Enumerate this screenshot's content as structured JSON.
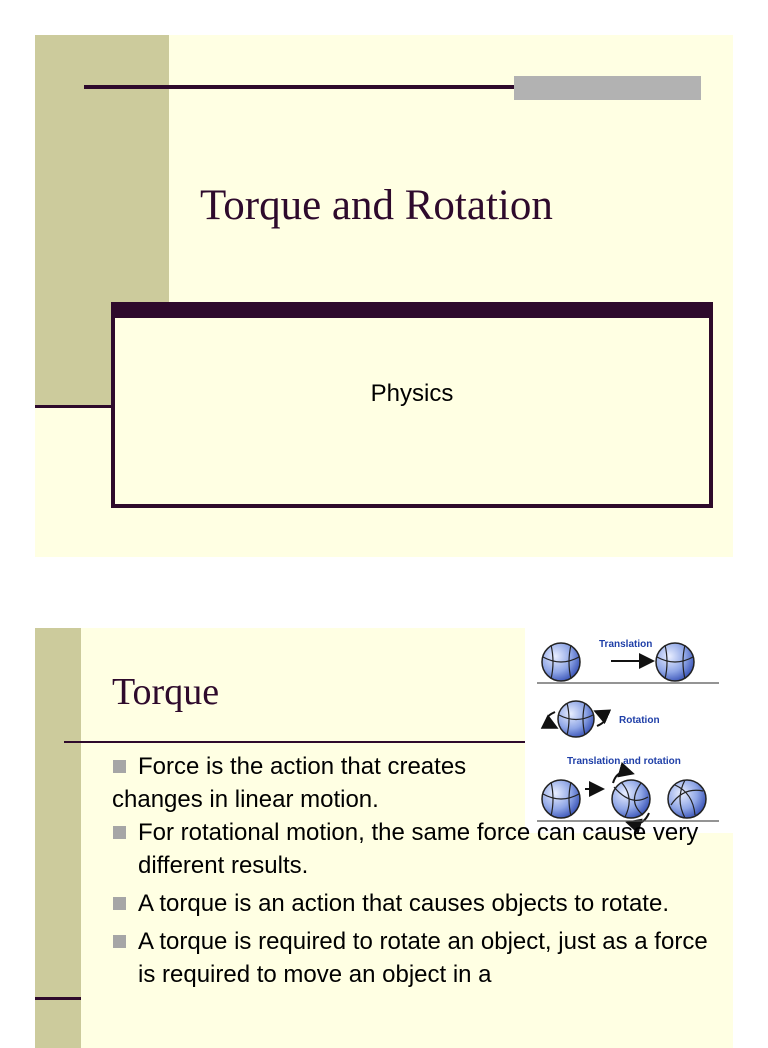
{
  "slide1": {
    "title": "Torque and Rotation",
    "subtitle": "Physics"
  },
  "slide2": {
    "title": "Torque",
    "figure": {
      "translation_label": "Translation",
      "rotation_label": "Rotation",
      "both_label": "Translation and rotation"
    },
    "bullets": [
      {
        "line1": "Force is the action that creates",
        "line2": "changes in linear motion."
      },
      {
        "text": "For rotational motion, the same force can cause very different results."
      },
      {
        "text": "A torque is an action that causes objects to rotate."
      },
      {
        "text": "A torque is required to rotate an object, just as a force is required to move an object in a"
      }
    ]
  },
  "colors": {
    "slide_bg": "#ffffe3",
    "band": "#cccb9c",
    "accent_dark": "#2e0a2c",
    "bullet": "#a6a6a6",
    "figure_blue": "#1f3fa8"
  }
}
